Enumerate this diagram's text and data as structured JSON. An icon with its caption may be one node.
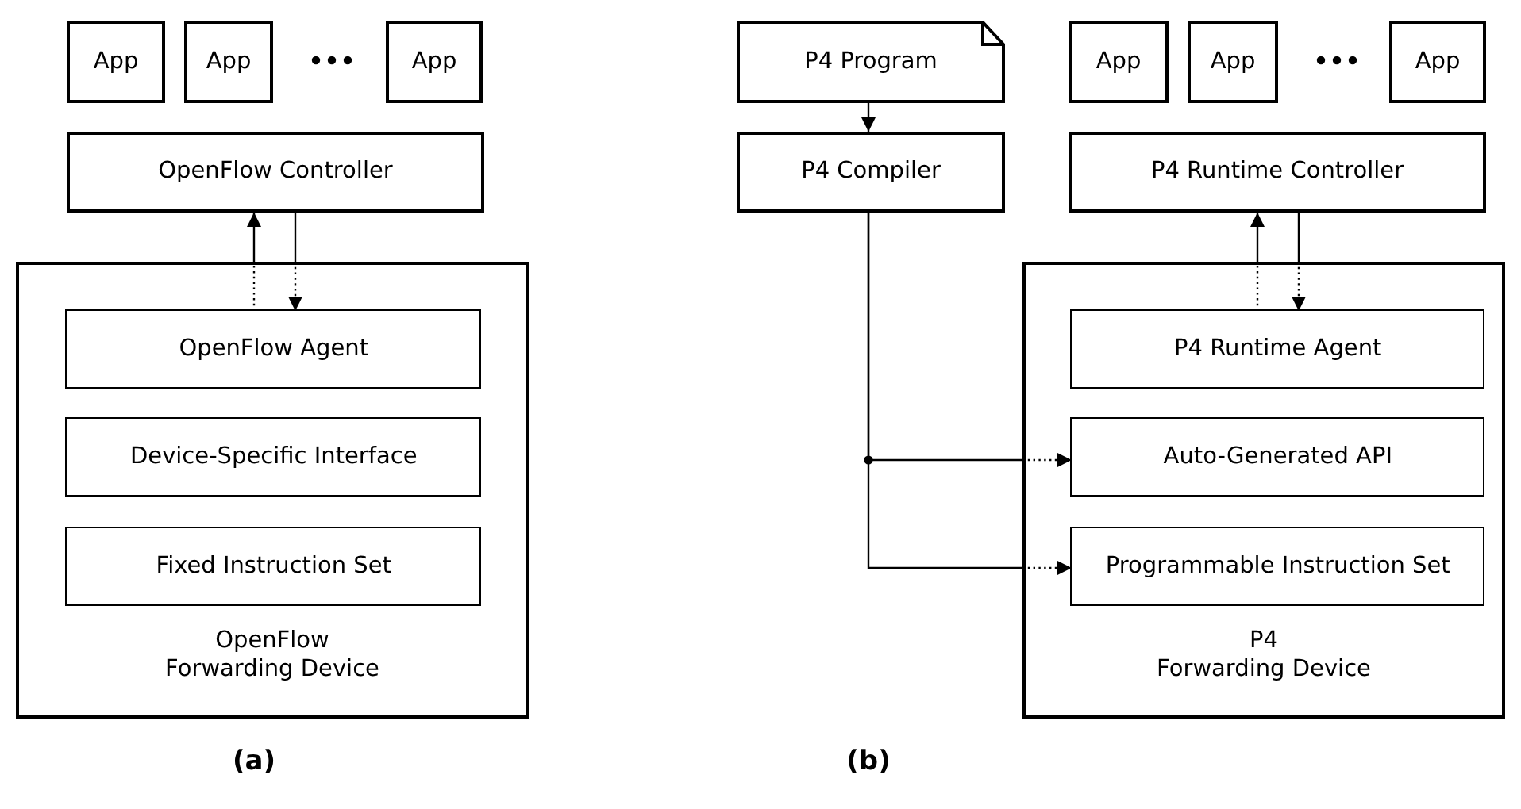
{
  "diagram": {
    "nodes": [
      {
        "text": [
          "App"
        ]
      },
      {
        "text": [
          "App"
        ]
      },
      {
        "text": [
          "App"
        ]
      },
      {
        "text": [
          "OpenFlow Controller"
        ]
      },
      {
        "text": [
          "OpenFlow Forwarding Device"
        ]
      },
      {
        "text": [
          "OpenFlow Agent"
        ],
        "in": 4
      },
      {
        "text": [
          "Device-Specific Interface"
        ],
        "in": 4
      },
      {
        "text": [
          "Fixed Instruction Set"
        ],
        "in": 4
      },
      {
        "text": [
          "P4 Program"
        ]
      },
      {
        "text": [
          "P4 Compiler"
        ]
      },
      {
        "text": [
          "App"
        ]
      },
      {
        "text": [
          "App"
        ]
      },
      {
        "text": [
          "App"
        ]
      },
      {
        "text": [
          "P4 Runtime Controller"
        ]
      },
      {
        "text": [
          "P4 Forwarding Device"
        ]
      },
      {
        "text": [
          "P4 Runtime Agent"
        ],
        "in": 14
      },
      {
        "text": [
          "Auto-Generated API"
        ],
        "in": 14
      },
      {
        "text": [
          "Programmable Instruction Set"
        ],
        "in": 14
      }
    ],
    "edges": [
      {
        "from": 5,
        "to": 3,
        "arrow": "to",
        "style": "dashed"
      },
      {
        "from": 3,
        "to": 5,
        "arrow": "to",
        "style": "dashed"
      },
      {
        "from": 8,
        "to": 9,
        "arrow": "to"
      },
      {
        "from": 9,
        "to": 16,
        "arrow": "to",
        "style": "dashed"
      },
      {
        "from": 9,
        "to": 17,
        "arrow": "to",
        "style": "dashed"
      },
      {
        "from": 15,
        "to": 13,
        "arrow": "to",
        "style": "dashed"
      },
      {
        "from": 13,
        "to": 15,
        "arrow": "to",
        "style": "dashed"
      }
    ],
    "labels": [
      "(a)",
      "(b)"
    ]
  }
}
